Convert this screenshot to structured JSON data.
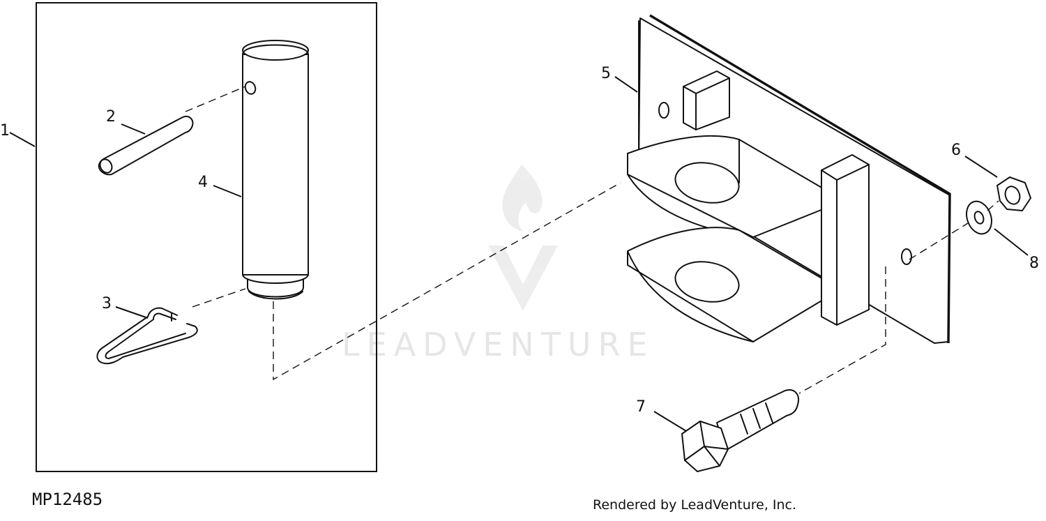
{
  "figure": {
    "id": "MP12485",
    "credit": "Rendered by LeadVenture, Inc.",
    "watermark": "LEADVENTURE"
  },
  "callouts": [
    {
      "number": "1"
    },
    {
      "number": "2"
    },
    {
      "number": "3"
    },
    {
      "number": "4"
    },
    {
      "number": "5"
    },
    {
      "number": "6"
    },
    {
      "number": "7"
    },
    {
      "number": "8"
    }
  ]
}
